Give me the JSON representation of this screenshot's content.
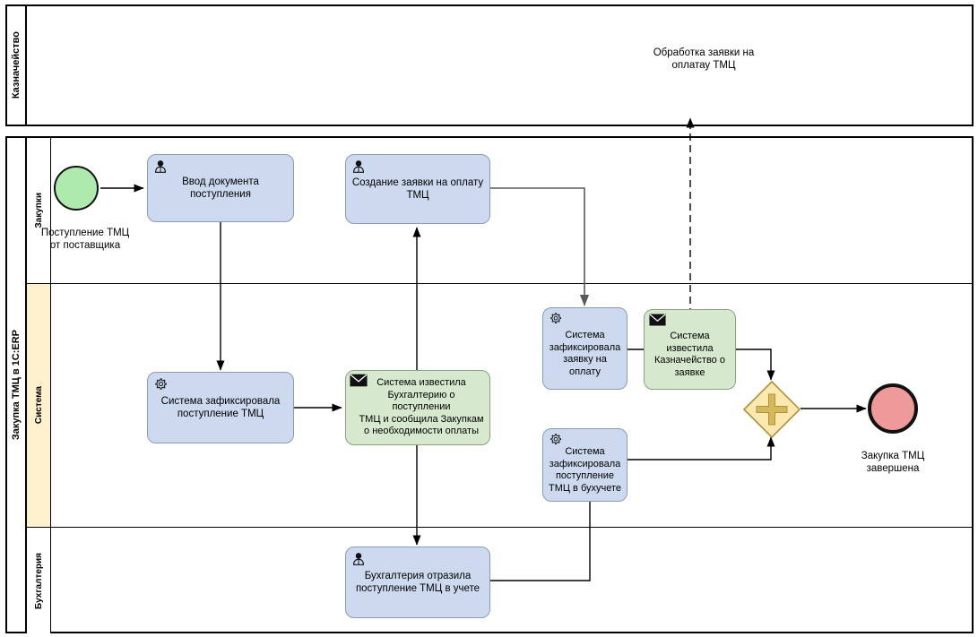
{
  "diagram": {
    "title": "Закупка ТМЦ в 1С:ERP",
    "type": "bpmn-collaboration"
  },
  "pools": [
    {
      "id": "treasury",
      "label": "Казначейство",
      "lanes": [],
      "annotation": "Обработка заявки на\nоплатау ТМЦ",
      "annotation_line1": "Обработка заявки на",
      "annotation_line2": "оплатау ТМЦ"
    },
    {
      "id": "purchase-1c-erp",
      "label": "Закупка ТМЦ в 1С:ERP",
      "lanes": [
        {
          "id": "lane-zakupki",
          "label": "Закупки",
          "header_color": "#ffffff"
        },
        {
          "id": "lane-sistema",
          "label": "Система",
          "header_color": "#fdf0cc"
        },
        {
          "id": "lane-buhgalteria",
          "label": "Бухгалтерия",
          "header_color": "#ffffff"
        }
      ]
    }
  ],
  "events": [
    {
      "id": "start-postuplenie",
      "kind": "start",
      "color": "#aee9ae",
      "caption_line1": "Поступление ТМЦ",
      "caption_line2": "от поставщика"
    },
    {
      "id": "end-zakupka-zavershena",
      "kind": "end",
      "color": "#ef9a9a",
      "caption_line1": "Закупка ТМЦ",
      "caption_line2": "завершена"
    }
  ],
  "gateway": {
    "id": "parallel-join",
    "kind": "parallel",
    "symbol": "plus",
    "fill": "#fbe9b0",
    "stroke": "#b59b4a"
  },
  "tasks": [
    {
      "id": "vvod-dokumenta",
      "lane": "Закупки",
      "icon": "user-icon",
      "color": "blue",
      "line1": "Ввод документа",
      "line2": "поступления"
    },
    {
      "id": "sozdanie-zayavki",
      "lane": "Закупки",
      "icon": "user-icon",
      "color": "blue",
      "line1": "Создание заявки на оплату",
      "line2": "ТМЦ"
    },
    {
      "id": "sistema-zafiksirovala-postuplenie",
      "lane": "Система",
      "icon": "gear-icon",
      "color": "blue",
      "line1": "Система зафиксировала",
      "line2": "поступление ТМЦ"
    },
    {
      "id": "sistema-izvestila-buhgalteriyu",
      "lane": "Система",
      "icon": "envelope-icon",
      "color": "green",
      "line1": "Система известила",
      "line2": "Бухгалтерию о поступлении",
      "line3": "ТМЦ и сообщила Закупкам",
      "line4": "о необходимости оплаты"
    },
    {
      "id": "sistema-zafiksirovala-zayavku",
      "lane": "Система",
      "icon": "gear-icon",
      "color": "blue",
      "line1": "Система",
      "line2": "зафиксировала",
      "line3": "заявку на",
      "line4": "оплату"
    },
    {
      "id": "sistema-izvestila-kaznacheystvo",
      "lane": "Система",
      "icon": "envelope-icon",
      "color": "green",
      "line1": "Система",
      "line2": "известила",
      "line3": "Казначейство о",
      "line4": "заявке"
    },
    {
      "id": "sistema-zafiksirovala-buhuchet",
      "lane": "Система",
      "icon": "gear-icon",
      "color": "blue",
      "line1": "Система",
      "line2": "зафиксировала",
      "line3": "поступление",
      "line4": "ТМЦ в бухучете"
    },
    {
      "id": "buhgalteria-otrazila",
      "lane": "Бухгалтерия",
      "icon": "user-icon",
      "color": "blue",
      "line1": "Бухгалтерия отразила",
      "line2": "поступление ТМЦ в учете"
    }
  ],
  "colors": {
    "task_blue_fill": "#ccd9ef",
    "task_green_fill": "#d6e9cf",
    "start_event_fill": "#aee9ae",
    "end_event_fill": "#ef9a9a",
    "gateway_fill": "#fbe9b0",
    "lane_header_highlight": "#fdf0cc",
    "border": "#000000"
  }
}
